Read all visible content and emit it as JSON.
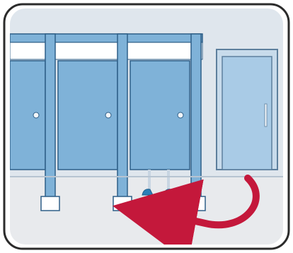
{
  "illustration": {
    "stall_count": 3,
    "occupied_stall": 3,
    "arrow_direction": "from-exit-door-toward-occupied-stall",
    "icons": {
      "panel": "restroom-illustration-icon",
      "stall_door": "stall-door-icon",
      "exit_door": "exit-door-icon",
      "feet": "feet-under-door-icon",
      "arrow": "curved-arrow-icon"
    }
  },
  "colors": {
    "border": "#2b2b2b",
    "wall": "#dfe6ed",
    "floor": "#e7e9ec",
    "stall_blue": "#7fb2d8",
    "stall_light": "#a7cbe6",
    "stall_outline": "#2f5f88",
    "header_white": "#ffffff",
    "door_blue": "#a9cbe6",
    "door_outline": "#5d7f9d",
    "shoe_color": "#2b7fb8",
    "arrow_color": "#c4183b"
  }
}
